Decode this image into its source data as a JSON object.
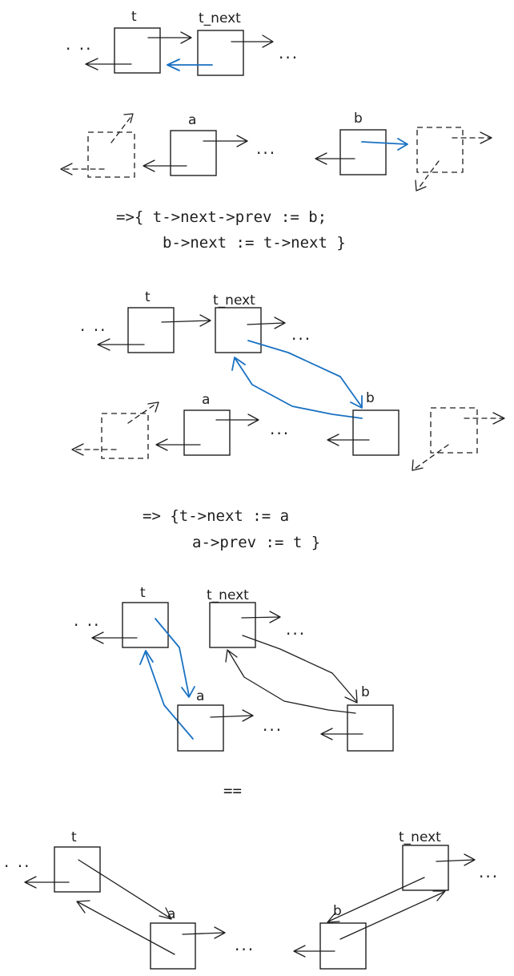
{
  "labels": {
    "t": "t",
    "t_next": "t_next",
    "a": "a",
    "b": "b",
    "ellipsis_dot": ". ..",
    "ellipsis": "..."
  },
  "steps": {
    "step1_line1": "=>{ t->next->prev := b;",
    "step1_line2": "b->next := t->next }",
    "step2_line1": "=> {t->next := a",
    "step2_line2": "a->prev := t }",
    "equals": "=="
  },
  "colors": {
    "ink": "#1e1e1e",
    "highlight": "#1971c2"
  }
}
